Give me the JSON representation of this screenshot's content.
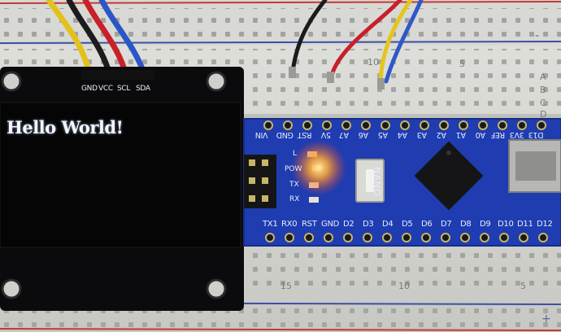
{
  "oled": {
    "display_text": "Hello World!",
    "pins": [
      "GND",
      "VCC",
      "SCL",
      "SDA"
    ]
  },
  "nano": {
    "brand": "NANO",
    "top_pins": [
      "D13",
      "3V3",
      "REF",
      "A0",
      "A1",
      "A2",
      "A3",
      "A4",
      "A5",
      "A6",
      "A7",
      "5V",
      "RST",
      "GND",
      "VIN"
    ],
    "bottom_pins": [
      "TX1",
      "RX0",
      "RST",
      "GND",
      "D2",
      "D3",
      "D4",
      "D5",
      "D6",
      "D7",
      "D8",
      "D9",
      "D10",
      "D11",
      "D12"
    ],
    "led_labels": [
      "L",
      "POW",
      "TX",
      "RX"
    ]
  },
  "breadboard": {
    "top_numbers": [
      "10",
      "5"
    ],
    "bottom_numbers": [
      "15",
      "10",
      "5"
    ],
    "row_letters": [
      "A",
      "B",
      "C",
      "D"
    ],
    "rail_minus": "-",
    "rail_plus": "+"
  },
  "colors": {
    "board_blue": "#1f3db0",
    "oled_black": "#0b0b0d",
    "led_glow": "#ffb23a",
    "breadboard": "#d2d3ce",
    "rail_red": "#c23a35",
    "rail_blue": "#3b4fa6"
  }
}
